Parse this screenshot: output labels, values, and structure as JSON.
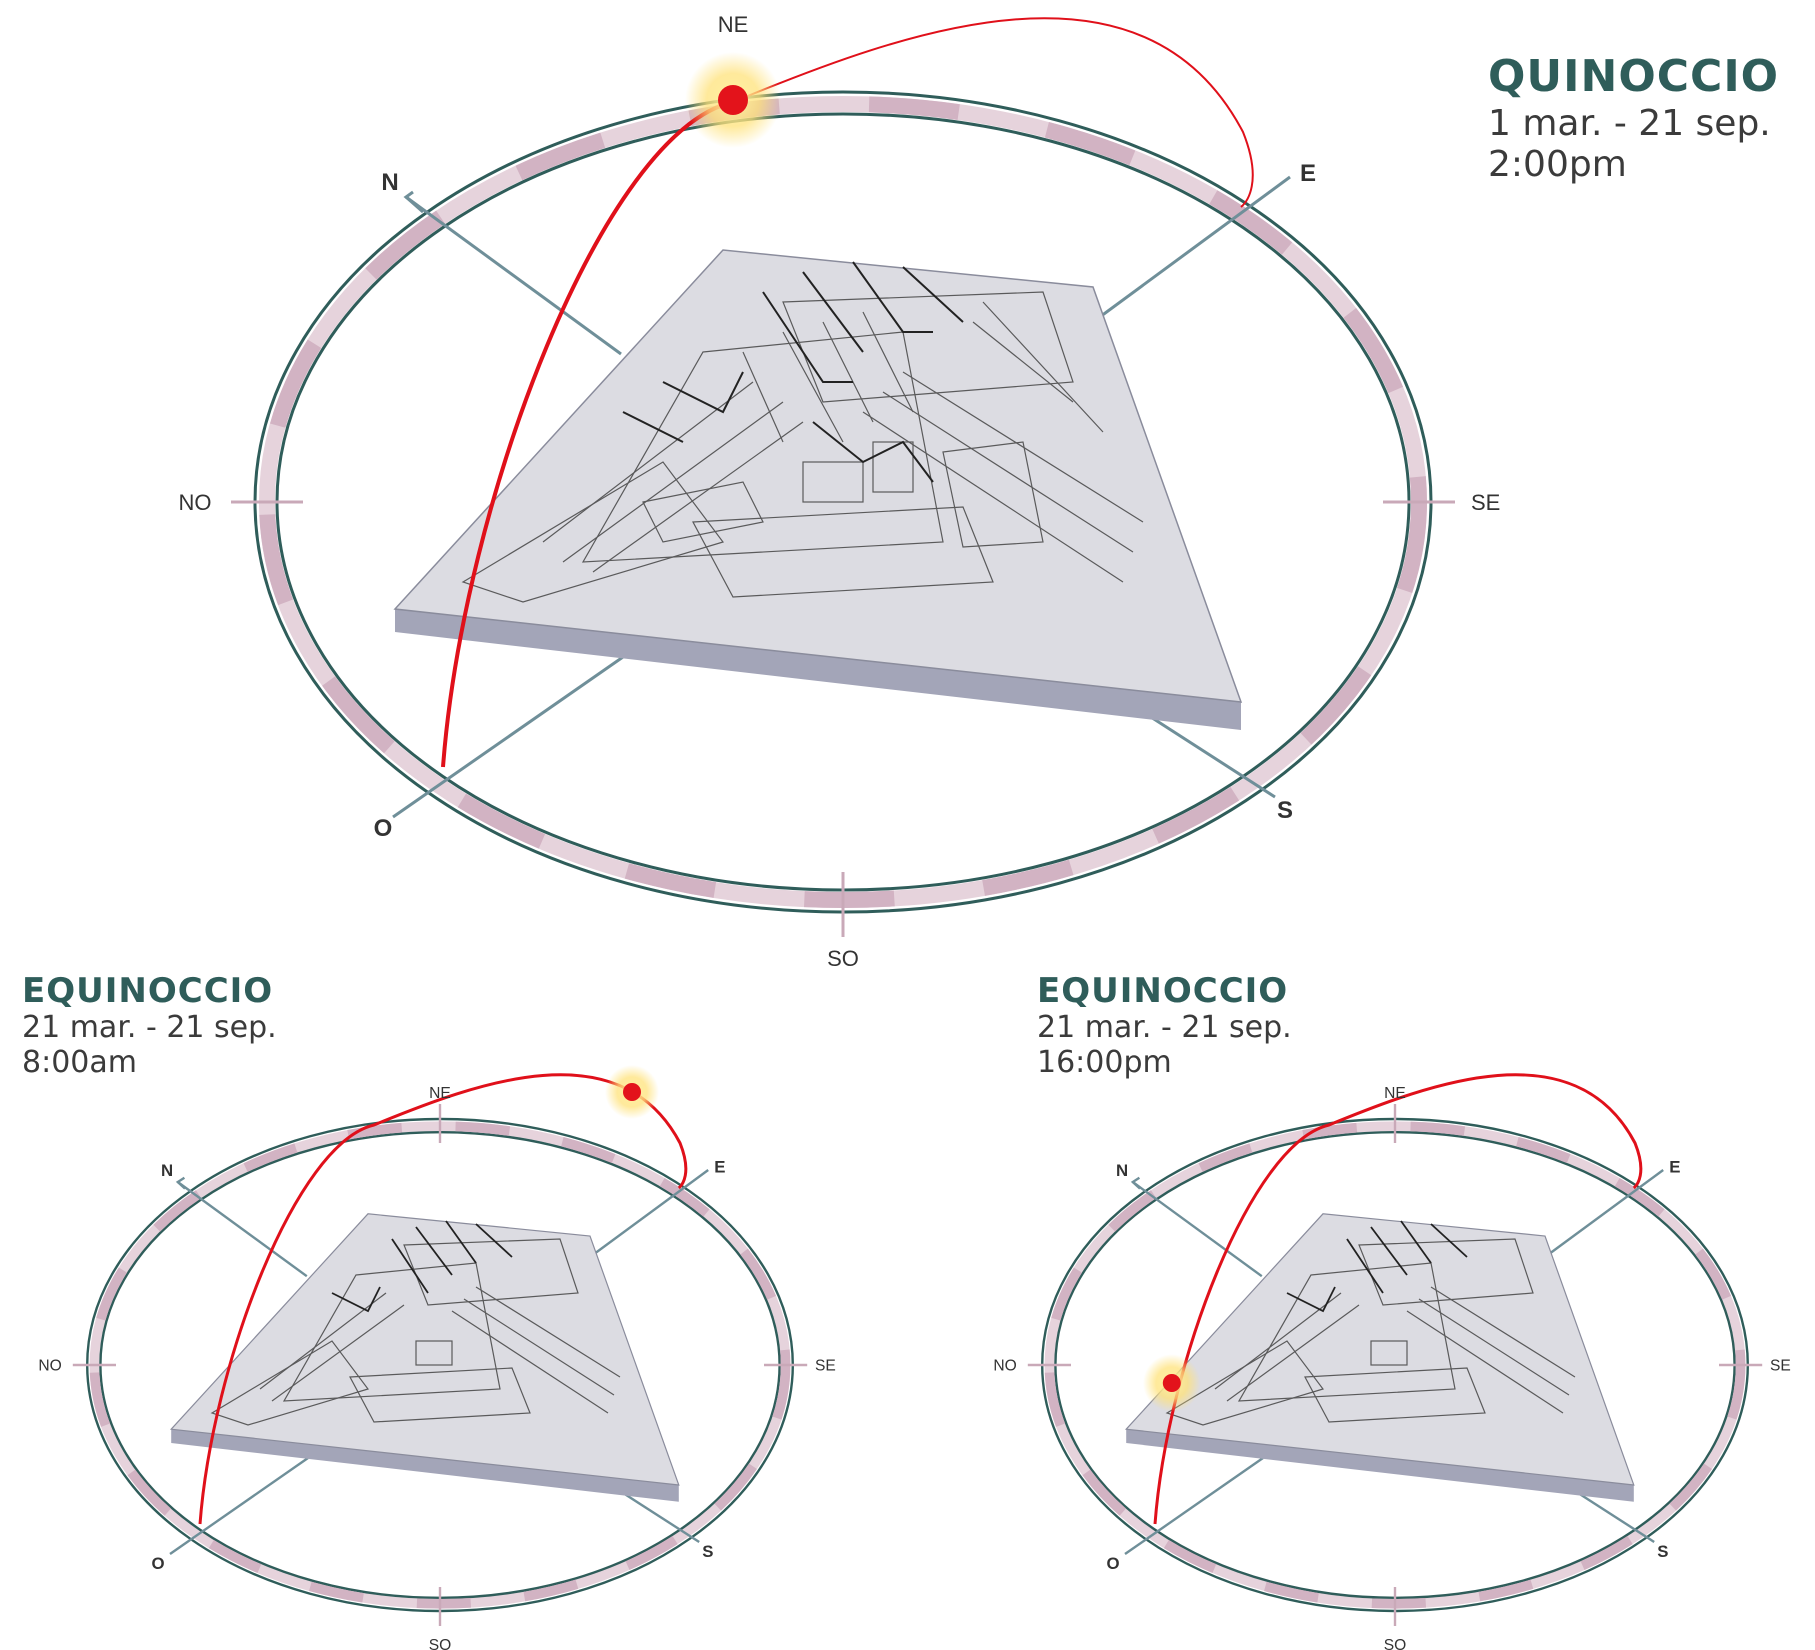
{
  "diagrams": [
    {
      "id": "main",
      "title": "QUINOCCIO",
      "dates": "1 mar. - 21 sep.",
      "time": "2:00pm",
      "labels": {
        "ne": "NE",
        "n": "N",
        "e": "E",
        "no": "NO",
        "se": "SE",
        "o": "O",
        "s": "S",
        "so": "SO"
      },
      "sun_position": "NE"
    },
    {
      "id": "morning",
      "title": "EQUINOCCIO",
      "dates": "21 mar. - 21 sep.",
      "time": "8:00am",
      "labels": {
        "ne": "NE",
        "n": "N",
        "e": "E",
        "no": "NO",
        "se": "SE",
        "o": "O",
        "s": "S",
        "so": "SO"
      },
      "sun_position": "E"
    },
    {
      "id": "afternoon",
      "title": "EQUINOCCIO",
      "dates": "21 mar. - 21 sep.",
      "time": "16:00pm",
      "labels": {
        "ne": "NE",
        "n": "N",
        "e": "E",
        "no": "NO",
        "se": "SE",
        "o": "O",
        "s": "S",
        "so": "SO"
      },
      "sun_position": "NO"
    }
  ],
  "colors": {
    "ring_outline": "#2f5d5a",
    "ring_fill": "#f2e6ec",
    "ring_segment": "#d8c0cc",
    "axis": "#6f8f99",
    "sun_path": "#e0101a",
    "sun": "#e3131b",
    "sun_glow": "#ffe27a",
    "terrain_top": "#dcdce2",
    "terrain_side": "#9fa1b4",
    "heading": "#2f5d5a"
  }
}
